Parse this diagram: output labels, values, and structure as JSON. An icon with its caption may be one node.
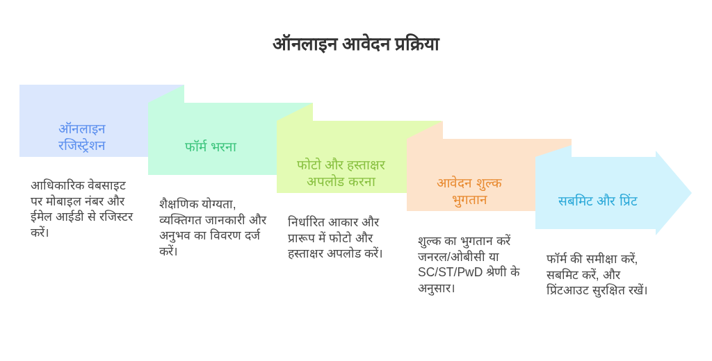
{
  "diagram": {
    "title": "ऑनलाइन आवेदन प्रक्रिया",
    "nodes": [
      {
        "text": [
          "ऑनलाइन रजिस्ट्रेशन"
        ]
      },
      {
        "text": [
          "फॉर्म भरना"
        ]
      },
      {
        "text": [
          "फोटो और हस्ताक्षर अपलोड करना"
        ]
      },
      {
        "text": [
          "आवेदन शुल्क भुगतान"
        ]
      },
      {
        "text": [
          "सबमिट और प्रिंट"
        ]
      }
    ],
    "labels": [
      "आधिकारिक वेबसाइट पर मोबाइल नंबर और ईमेल आईडी से रजिस्टर करें।",
      "शैक्षणिक योग्यता, व्यक्तिगत जानकारी और अनुभव का विवरण दर्ज करें।",
      "निर्धारित आकार और प्रारूप में फोटो और हस्ताक्षर अपलोड करें।",
      "शुल्क का भुगतान करें जनरल/ओबीसी या SC/ST/PwD श्रेणी के अनुसार।",
      "फॉर्म की समीक्षा करें, सबमिट करें, और प्रिंटआउट सुरक्षित रखें।"
    ]
  }
}
